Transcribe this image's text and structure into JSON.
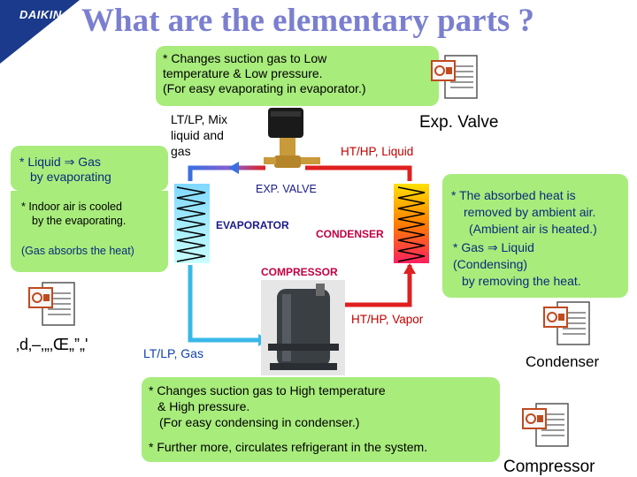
{
  "logo": {
    "brand": "DAIKIN"
  },
  "title": "What are the elementary parts ?",
  "notes": {
    "top": [
      "* Changes suction gas to Low",
      "temperature & Low pressure.",
      "(For easy evaporating in evaporator.)"
    ],
    "left_main": [
      "* Liquid ⇒ Gas",
      "by evaporating"
    ],
    "left_sub": [
      "* Indoor air is cooled",
      "by the evaporating."
    ],
    "left_gas": "(Gas absorbs the heat)",
    "right": [
      "* The absorbed heat is",
      "removed by ambient air.",
      "(Ambient air is heated.)",
      "* Gas ⇒ Liquid",
      "(Condensing)",
      "by removing the heat."
    ],
    "bottom": [
      "* Changes suction gas to High temperature",
      "& High pressure.",
      "(For easy condensing in condenser.)",
      "* Further more, circulates refrigerant in the system."
    ]
  },
  "labels": {
    "lt_lp_mix": [
      "LT/LP, Mix",
      "liquid and",
      "gas"
    ],
    "exp_valve": "Exp. Valve",
    "ht_hp_liquid": "HT/HP, Liquid",
    "exp_valve_caps": "EXP. VALVE",
    "evaporator": "EVAPORATOR",
    "condenser_caps": "CONDENSER",
    "compressor_caps": "COMPRESSOR",
    "ht_hp_vapor": "HT/HP, Vapor",
    "lt_lp_gas": "LT/LP, Gas",
    "condenser": "Condenser",
    "compressor": "Compressor",
    "evaporator_garbled": "‚d‚–‚„‚Œ„”„'"
  },
  "colors": {
    "title": "#7a7fcf",
    "note_green": "#a8ec7c",
    "pipe_cold": "#3a6fe0",
    "pipe_hot": "#e02020",
    "logo_blue": "#1b3a8c"
  },
  "icons": [
    "document-icon"
  ]
}
